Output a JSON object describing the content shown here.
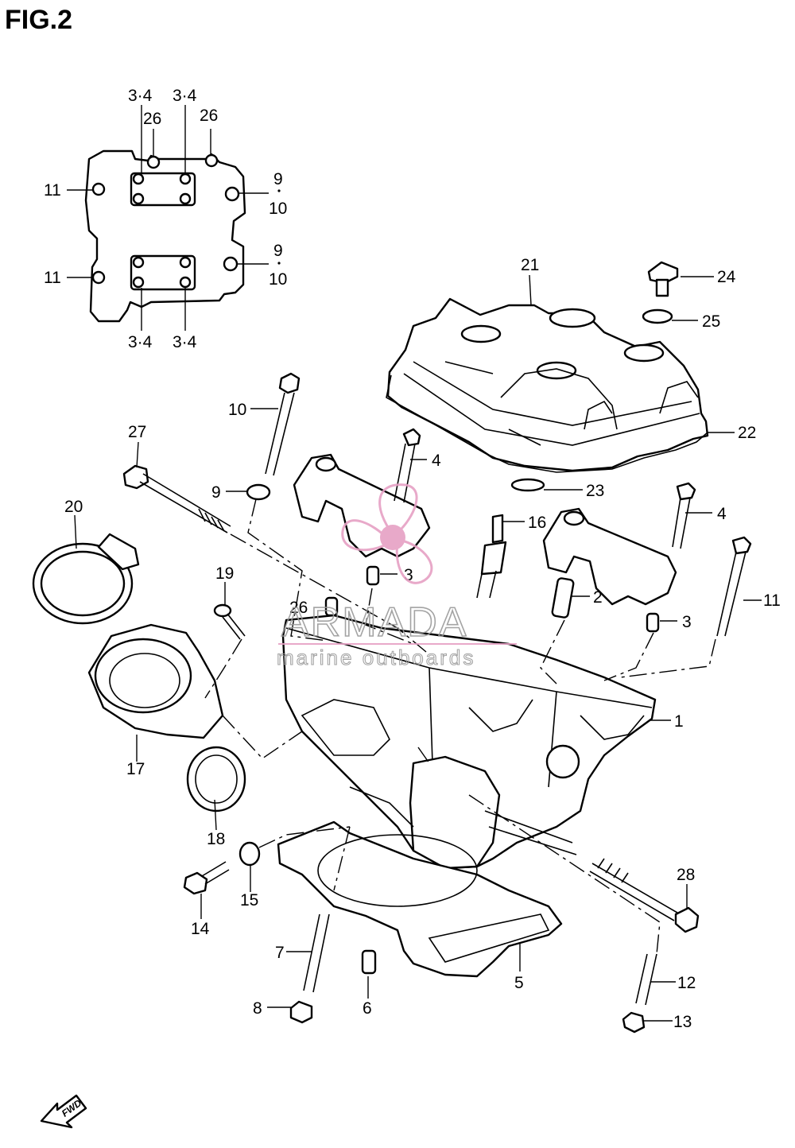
{
  "figure": {
    "title": "FIG.2"
  },
  "callouts": {
    "inset_3_4_a": "3·4",
    "inset_3_4_b": "3·4",
    "inset_3_4_c": "3·4",
    "inset_3_4_d": "3·4",
    "inset_26_a": "26",
    "inset_26_b": "26",
    "inset_11_a": "11",
    "inset_11_b": "11",
    "inset_9_a": "9",
    "inset_10_a": "10",
    "inset_9_b": "9",
    "inset_10_b": "10",
    "p21": "21",
    "p24": "24",
    "p25": "25",
    "p22": "22",
    "p23": "23",
    "p10": "10",
    "p27": "27",
    "p9": "9",
    "p4a": "4",
    "p4b": "4",
    "p16": "16",
    "p20": "20",
    "p19": "19",
    "p3a": "3",
    "p3b": "3",
    "p2": "2",
    "p11": "11",
    "p26": "26",
    "p1": "1",
    "p17": "17",
    "p18": "18",
    "p15": "15",
    "p14": "14",
    "p28": "28",
    "p7": "7",
    "p5": "5",
    "p12": "12",
    "p8": "8",
    "p6": "6",
    "p13": "13"
  },
  "watermark": {
    "brand": "ARMADA",
    "tagline": "marine outboards",
    "accent_color": "#e6a0c4"
  },
  "fwd_arrow": {
    "label": "FWD"
  }
}
